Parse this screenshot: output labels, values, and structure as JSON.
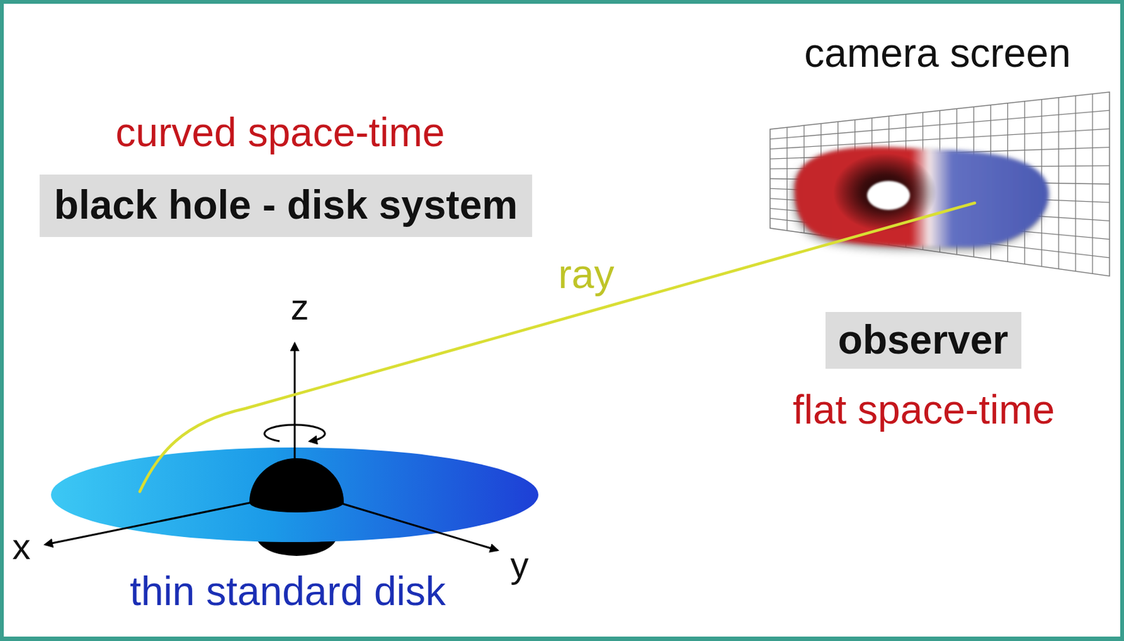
{
  "diagram": {
    "nodes": [
      {
        "text": [
          "black hole - disk system"
        ]
      },
      {
        "text": [
          "observer"
        ]
      }
    ],
    "labels": [
      "camera screen",
      "curved space-time",
      "ray",
      "z",
      "flat space-time",
      "x",
      "y",
      "thin standard disk"
    ]
  }
}
